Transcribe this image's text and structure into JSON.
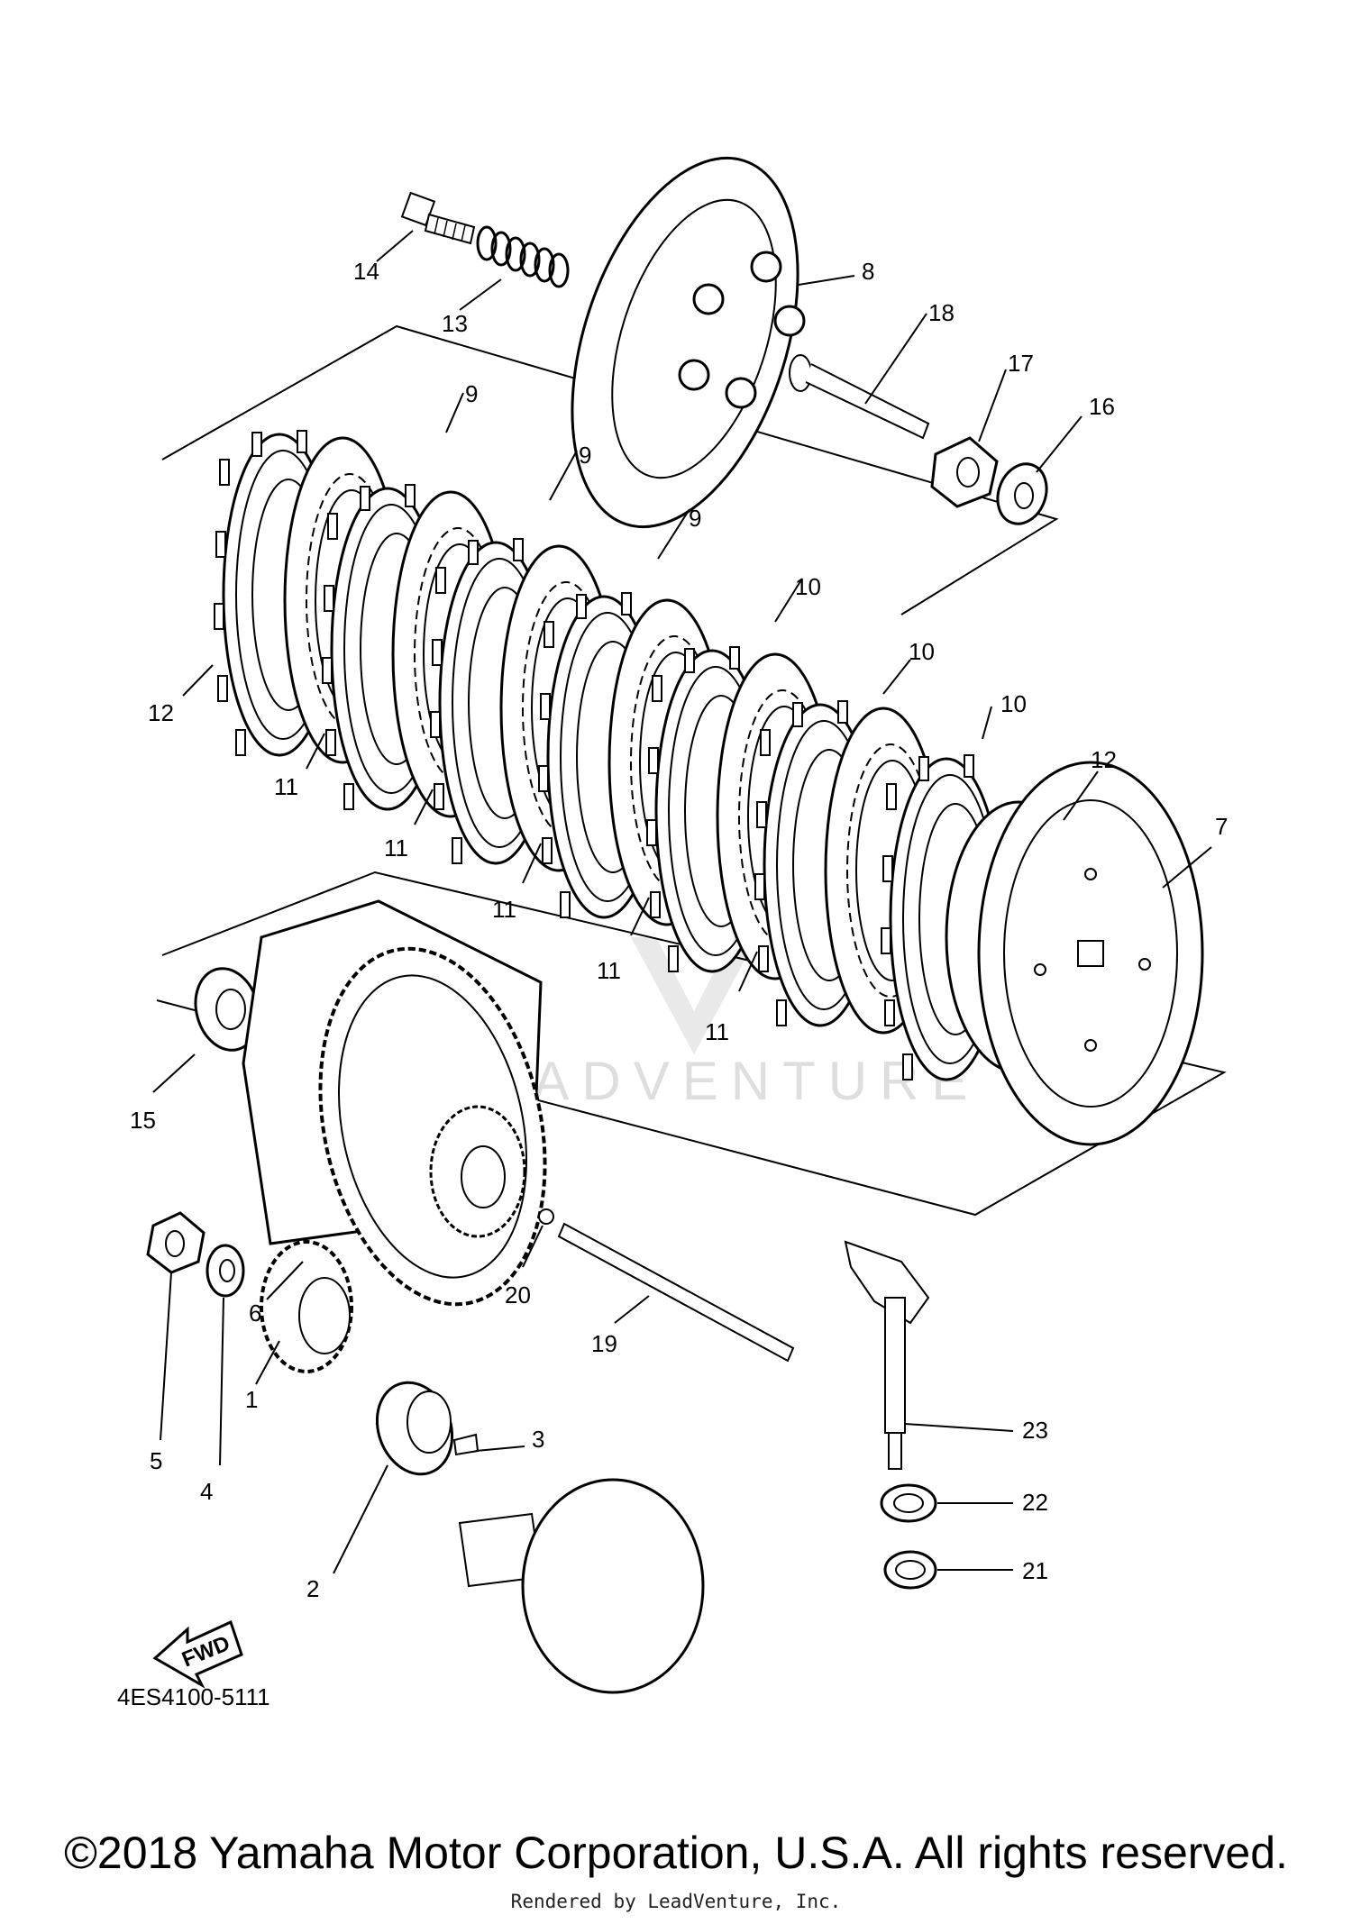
{
  "diagram": {
    "callouts": [
      {
        "num": "1"
      },
      {
        "num": "2"
      },
      {
        "num": "3"
      },
      {
        "num": "4"
      },
      {
        "num": "5"
      },
      {
        "num": "6"
      },
      {
        "num": "7"
      },
      {
        "num": "8"
      },
      {
        "num": "9"
      },
      {
        "num": "9"
      },
      {
        "num": "9"
      },
      {
        "num": "10"
      },
      {
        "num": "10"
      },
      {
        "num": "10"
      },
      {
        "num": "11"
      },
      {
        "num": "11"
      },
      {
        "num": "11"
      },
      {
        "num": "11"
      },
      {
        "num": "11"
      },
      {
        "num": "12"
      },
      {
        "num": "12"
      },
      {
        "num": "13"
      },
      {
        "num": "14"
      },
      {
        "num": "15"
      },
      {
        "num": "16"
      },
      {
        "num": "17"
      },
      {
        "num": "18"
      },
      {
        "num": "19"
      },
      {
        "num": "20"
      },
      {
        "num": "21"
      },
      {
        "num": "22"
      },
      {
        "num": "23"
      }
    ],
    "part_code": "4ES4100-5111",
    "fwd_label": "FWD",
    "watermark": "LEADVENTURE"
  },
  "footer": {
    "copyright": "©2018 Yamaha Motor Corporation, U.S.A. All rights reserved.",
    "rendered_by": "Rendered by LeadVenture, Inc."
  },
  "colors": {
    "line": "#000000",
    "watermark": "#dedede",
    "background": "#ffffff"
  }
}
